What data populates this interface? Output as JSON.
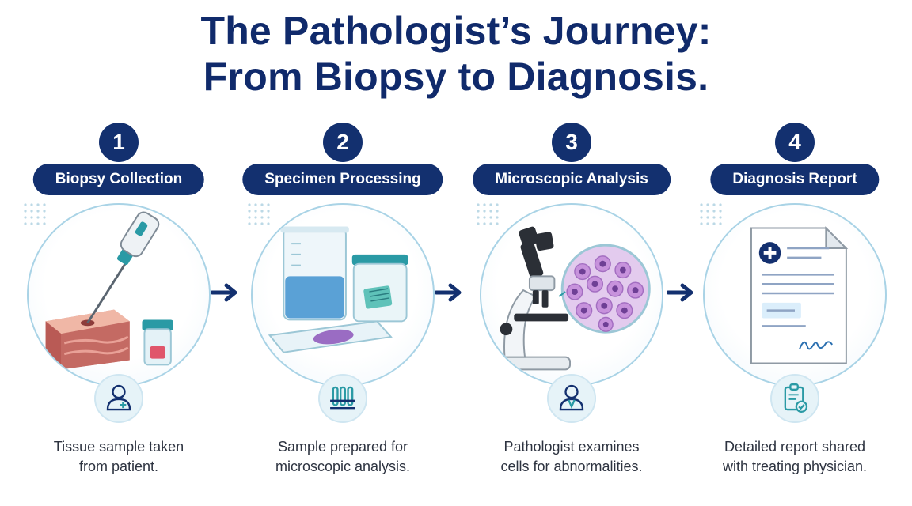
{
  "title": {
    "line1": "The Pathologist’s Journey:",
    "line2": "From Biopsy to Diagnosis."
  },
  "colors": {
    "navy": "#13306f",
    "teal": "#2a9aa5",
    "ring": "#a9d3e6",
    "badge_bg": "#e6f3f8"
  },
  "steps": [
    {
      "number": "1",
      "label": "Biopsy Collection",
      "caption_line1": "Tissue sample taken",
      "caption_line2": "from patient.",
      "illustration": "biopsy-needle-tissue-illustration",
      "badge_icon": "patient-icon"
    },
    {
      "number": "2",
      "label": "Specimen Processing",
      "caption_line1": "Sample prepared for",
      "caption_line2": "microscopic analysis.",
      "illustration": "lab-beakers-slide-illustration",
      "badge_icon": "test-tubes-icon"
    },
    {
      "number": "3",
      "label": "Microscopic Analysis",
      "caption_line1": "Pathologist examines",
      "caption_line2": "cells for abnormalities.",
      "illustration": "microscope-cells-illustration",
      "badge_icon": "pathologist-icon"
    },
    {
      "number": "4",
      "label": "Diagnosis Report",
      "caption_line1": "Detailed report shared",
      "caption_line2": "with treating physician.",
      "illustration": "diagnosis-report-document-illustration",
      "badge_icon": "clipboard-check-icon"
    }
  ]
}
